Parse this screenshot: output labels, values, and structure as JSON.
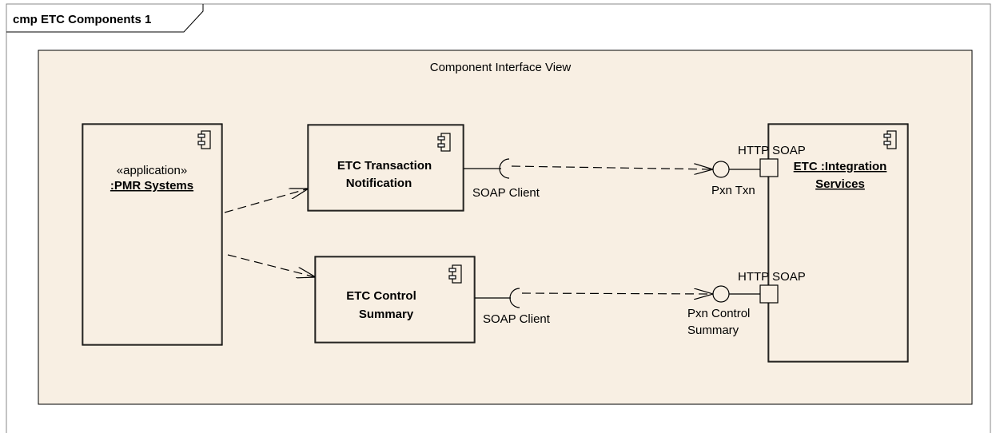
{
  "frame": {
    "title": "cmp ETC Components 1"
  },
  "view": {
    "title": "Component Interface View"
  },
  "components": {
    "pmr": {
      "stereotype": "«application»",
      "name": ":PMR Systems"
    },
    "txn_notification": {
      "line1": "ETC Transaction",
      "line2": "Notification"
    },
    "control_summary": {
      "line1": "ETC Control",
      "line2": "Summary"
    },
    "integration": {
      "line1": "ETC :Integration",
      "line2": "Services"
    }
  },
  "interfaces": {
    "soap_client_1": "SOAP Client",
    "soap_client_2": "SOAP Client",
    "pxn_txn": "Pxn Txn",
    "pxn_control_line1": "Pxn Control",
    "pxn_control_line2": "Summary"
  },
  "ports": {
    "http_soap_1": "HTTP SOAP",
    "http_soap_2": "HTTP SOAP"
  },
  "colors": {
    "view_fill": "#f8efe3",
    "component_fill": "#f8efe3",
    "line": "#000000"
  },
  "icons": {
    "component": "component-icon"
  }
}
